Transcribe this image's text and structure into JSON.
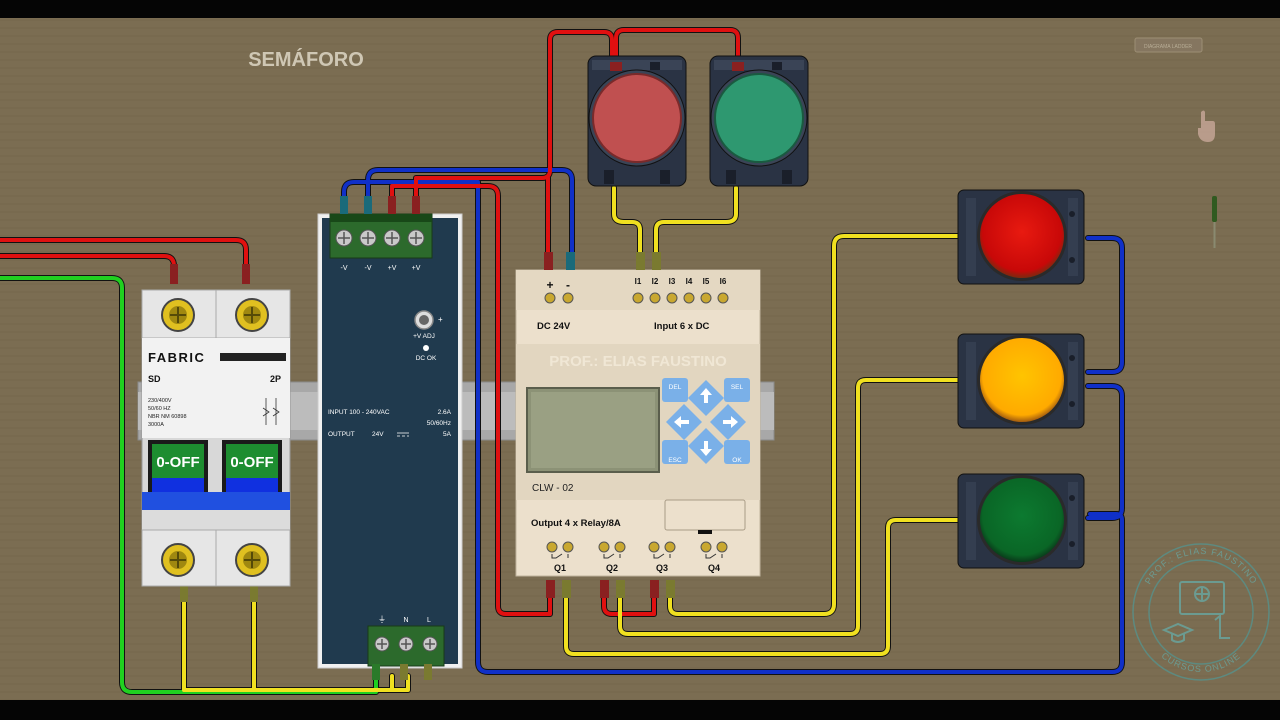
{
  "title": "SEMÁFORO",
  "top_button_label": "DIAGRAMA LADDER",
  "breaker": {
    "brand": "FABRIC",
    "model": "SD",
    "poles": "2P",
    "specs": [
      "230/400V",
      "50/60 HZ",
      "NBR NM 60898",
      "3000A"
    ],
    "switch_left": "0-OFF",
    "switch_right": "0-OFF"
  },
  "power_supply": {
    "terminals_top": [
      "-V",
      "-V",
      "+V",
      "+V"
    ],
    "adj_label": "+V ADJ",
    "dc_ok_label": "DC OK",
    "input_label": "INPUT 100 - 240VAC",
    "input_current": "2.6A",
    "input_freq": "50/60Hz",
    "output_label": "OUTPUT",
    "output_voltage": "24V",
    "output_current": "5A",
    "terminals_bottom": [
      "⏚",
      "N",
      "L"
    ]
  },
  "plc": {
    "power_plus": "+",
    "power_minus": "-",
    "inputs": [
      "I1",
      "I2",
      "I3",
      "I4",
      "I5",
      "I6"
    ],
    "dc_label": "DC 24V",
    "input_desc": "Input 6 x DC",
    "watermark": "PROF.: ELIAS FAUSTINO",
    "model": "CLW - 02",
    "keys": {
      "del": "DEL",
      "sel": "SEL",
      "esc": "ESC",
      "ok": "OK"
    },
    "output_desc": "Output 4 x Relay/8A",
    "outputs": [
      "Q1",
      "Q2",
      "Q3",
      "Q4"
    ]
  },
  "logo": {
    "top_text": "PROF.: ELIAS FAUSTINO",
    "bottom_text": "CURSOS ONLINE"
  },
  "colors": {
    "board": "#7b6d52",
    "wire_red": "#e01010",
    "wire_blue": "#1030c8",
    "wire_yellow": "#f0e020",
    "wire_green": "#20d020",
    "light_red": "#d00808",
    "light_yellow": "#ffb000",
    "light_green": "#0a6a28",
    "button_red": "#c05050",
    "button_green": "#2e9870"
  }
}
